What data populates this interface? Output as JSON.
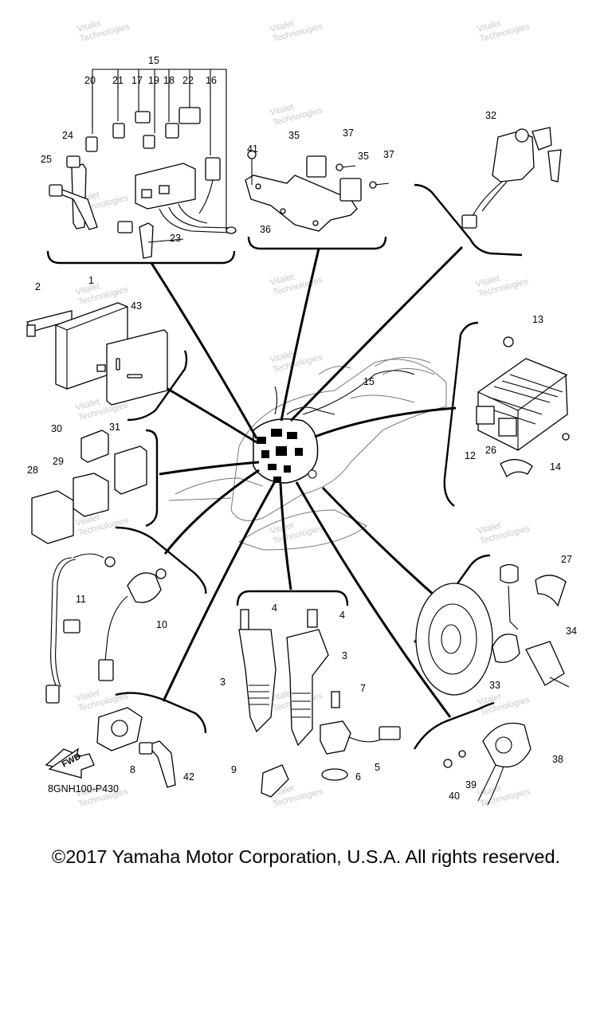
{
  "diagram": {
    "callouts": [
      "15",
      "20",
      "21",
      "17",
      "19",
      "18",
      "22",
      "16",
      "24",
      "25",
      "23",
      "41",
      "35",
      "37",
      "35",
      "37",
      "36",
      "32",
      "2",
      "1",
      "43",
      "13",
      "15",
      "12",
      "26",
      "14",
      "30",
      "31",
      "29",
      "28",
      "27",
      "34",
      "33",
      "11",
      "10",
      "4",
      "4",
      "3",
      "3",
      "7",
      "5",
      "6",
      "9",
      "8",
      "42",
      "38",
      "39",
      "40"
    ],
    "part_code": "8GNH100-P430",
    "fwd_label": "FWD",
    "watermark": [
      "Vitalet",
      "Technologies"
    ]
  },
  "copyright": "©2017 Yamaha Motor Corporation, U.S.A. All rights reserved."
}
